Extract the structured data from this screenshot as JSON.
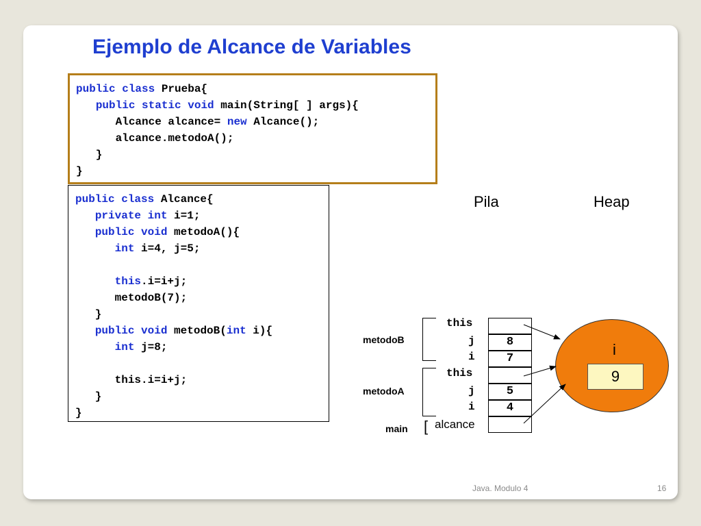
{
  "slide": {
    "title": "Ejemplo de Alcance de Variables",
    "footer_text": "Java.  Modulo 4",
    "page_number": "16"
  },
  "code_prueba": [
    [
      {
        "t": "public class",
        "kw": true
      },
      {
        "t": " Prueba{"
      }
    ],
    [
      {
        "t": "   "
      },
      {
        "t": "public static void",
        "kw": true
      },
      {
        "t": " main(String[ ] args){"
      }
    ],
    [
      {
        "t": "      Alcance alcance= "
      },
      {
        "t": "new",
        "kw": true
      },
      {
        "t": " Alcance();"
      }
    ],
    [
      {
        "t": "      alcance.metodoA();"
      }
    ],
    [
      {
        "t": "   }"
      }
    ],
    [
      {
        "t": "}"
      }
    ]
  ],
  "code_alcance": [
    [
      {
        "t": "public class",
        "kw": true
      },
      {
        "t": " Alcance{"
      }
    ],
    [
      {
        "t": "   "
      },
      {
        "t": "private int",
        "kw": true
      },
      {
        "t": " i=1;"
      }
    ],
    [
      {
        "t": "   "
      },
      {
        "t": "public void",
        "kw": true
      },
      {
        "t": " metodoA(){"
      }
    ],
    [
      {
        "t": "      "
      },
      {
        "t": "int",
        "kw": true
      },
      {
        "t": " i=4, j=5;"
      }
    ],
    [
      {
        "t": ""
      }
    ],
    [
      {
        "t": "      "
      },
      {
        "t": "this",
        "kw": true
      },
      {
        "t": ".i=i+j;"
      }
    ],
    [
      {
        "t": "      metodoB(7);"
      }
    ],
    [
      {
        "t": "   }"
      }
    ],
    [
      {
        "t": "   "
      },
      {
        "t": "public void",
        "kw": true
      },
      {
        "t": " metodoB("
      },
      {
        "t": "int",
        "kw": true
      },
      {
        "t": " i){"
      }
    ],
    [
      {
        "t": "      "
      },
      {
        "t": "int",
        "kw": true
      },
      {
        "t": " j=8;"
      }
    ],
    [
      {
        "t": ""
      }
    ],
    [
      {
        "t": "      this.i=i+j;"
      }
    ],
    [
      {
        "t": "   }"
      }
    ],
    [
      {
        "t": "}"
      }
    ]
  ],
  "memory": {
    "stack_label": "Pila",
    "heap_label": "Heap",
    "frames": {
      "metodoB": "metodoB",
      "metodoA": "metodoA",
      "main": "main"
    },
    "main_bracket": "[",
    "stack_vars": {
      "b_this": {
        "name": "this",
        "value": ""
      },
      "b_j": {
        "name": "j",
        "value": "8"
      },
      "b_i": {
        "name": "i",
        "value": "7"
      },
      "a_this": {
        "name": "this",
        "value": ""
      },
      "a_j": {
        "name": "j",
        "value": "5"
      },
      "a_i": {
        "name": "i",
        "value": "4"
      },
      "main_alcance": {
        "name": "alcance",
        "value": ""
      }
    },
    "heap_object": {
      "field_name": "i",
      "field_value": "9"
    }
  }
}
